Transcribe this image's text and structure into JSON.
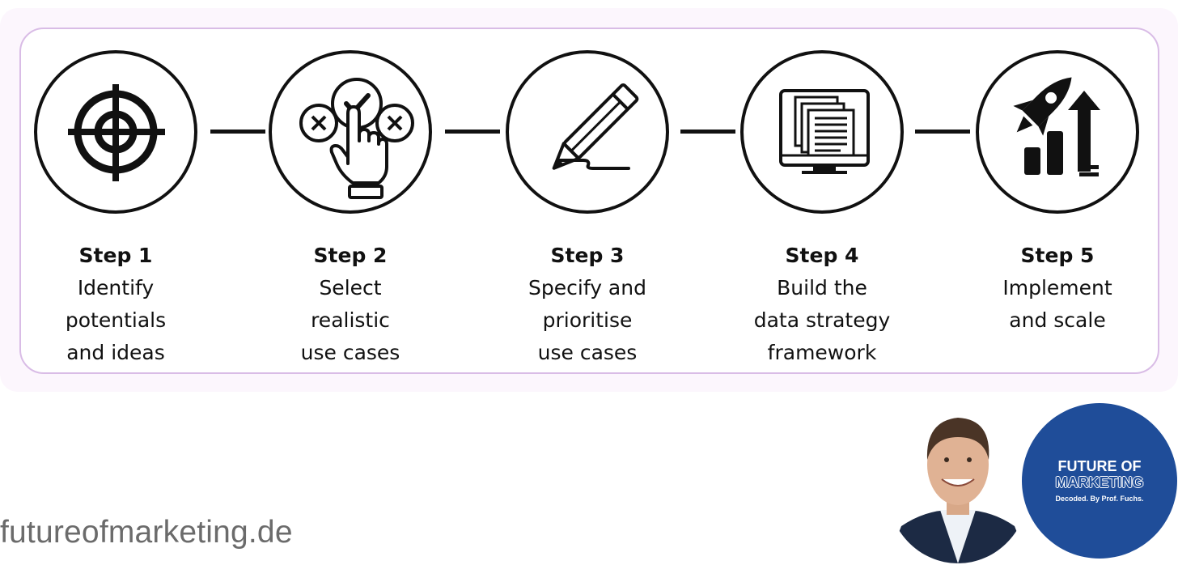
{
  "steps": [
    {
      "title": "Step 1",
      "description": "Identify\npotentials\nand ideas",
      "icon": "target-crosshair-icon"
    },
    {
      "title": "Step 2",
      "description": "Select\nrealistic\nuse cases",
      "icon": "hand-select-check-icon"
    },
    {
      "title": "Step 3",
      "description": "Specify and\nprioritise\nuse cases",
      "icon": "pencil-icon"
    },
    {
      "title": "Step 4",
      "description": "Build the\ndata strategy\nframework",
      "icon": "monitor-documents-icon"
    },
    {
      "title": "Step 5",
      "description": "Implement\nand scale",
      "icon": "rocket-growth-icon"
    }
  ],
  "footer": {
    "website": "futureofmarketing.de"
  },
  "logo": {
    "line1": "FUTURE OF",
    "line2": "MARKETING",
    "line3": "Decoded. By Prof. Fuchs."
  },
  "colors": {
    "panel_background": "#fcf6fd",
    "panel_border": "#d9bce6",
    "logo_blue": "#1f4d99",
    "url_gray": "#6b6b6b"
  }
}
